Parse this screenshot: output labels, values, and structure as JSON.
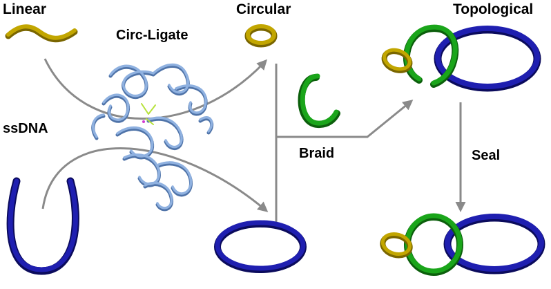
{
  "labels": {
    "linear": "Linear",
    "circ_ligate": "Circ-Ligate",
    "circular": "Circular",
    "topological": "Topological",
    "ssdna": "ssDNA",
    "braid": "Braid",
    "seal": "Seal"
  },
  "colors": {
    "gold": "#c2a600",
    "gold_dark": "#7a6600",
    "green": "#1aa51a",
    "green_dark": "#0c5f0c",
    "blue": "#1f1fb0",
    "blue_dark": "#0b0b5c",
    "arrow": "#8a8a8a",
    "protein": "#8fb1e0",
    "protein_dark": "#4f73a8"
  }
}
